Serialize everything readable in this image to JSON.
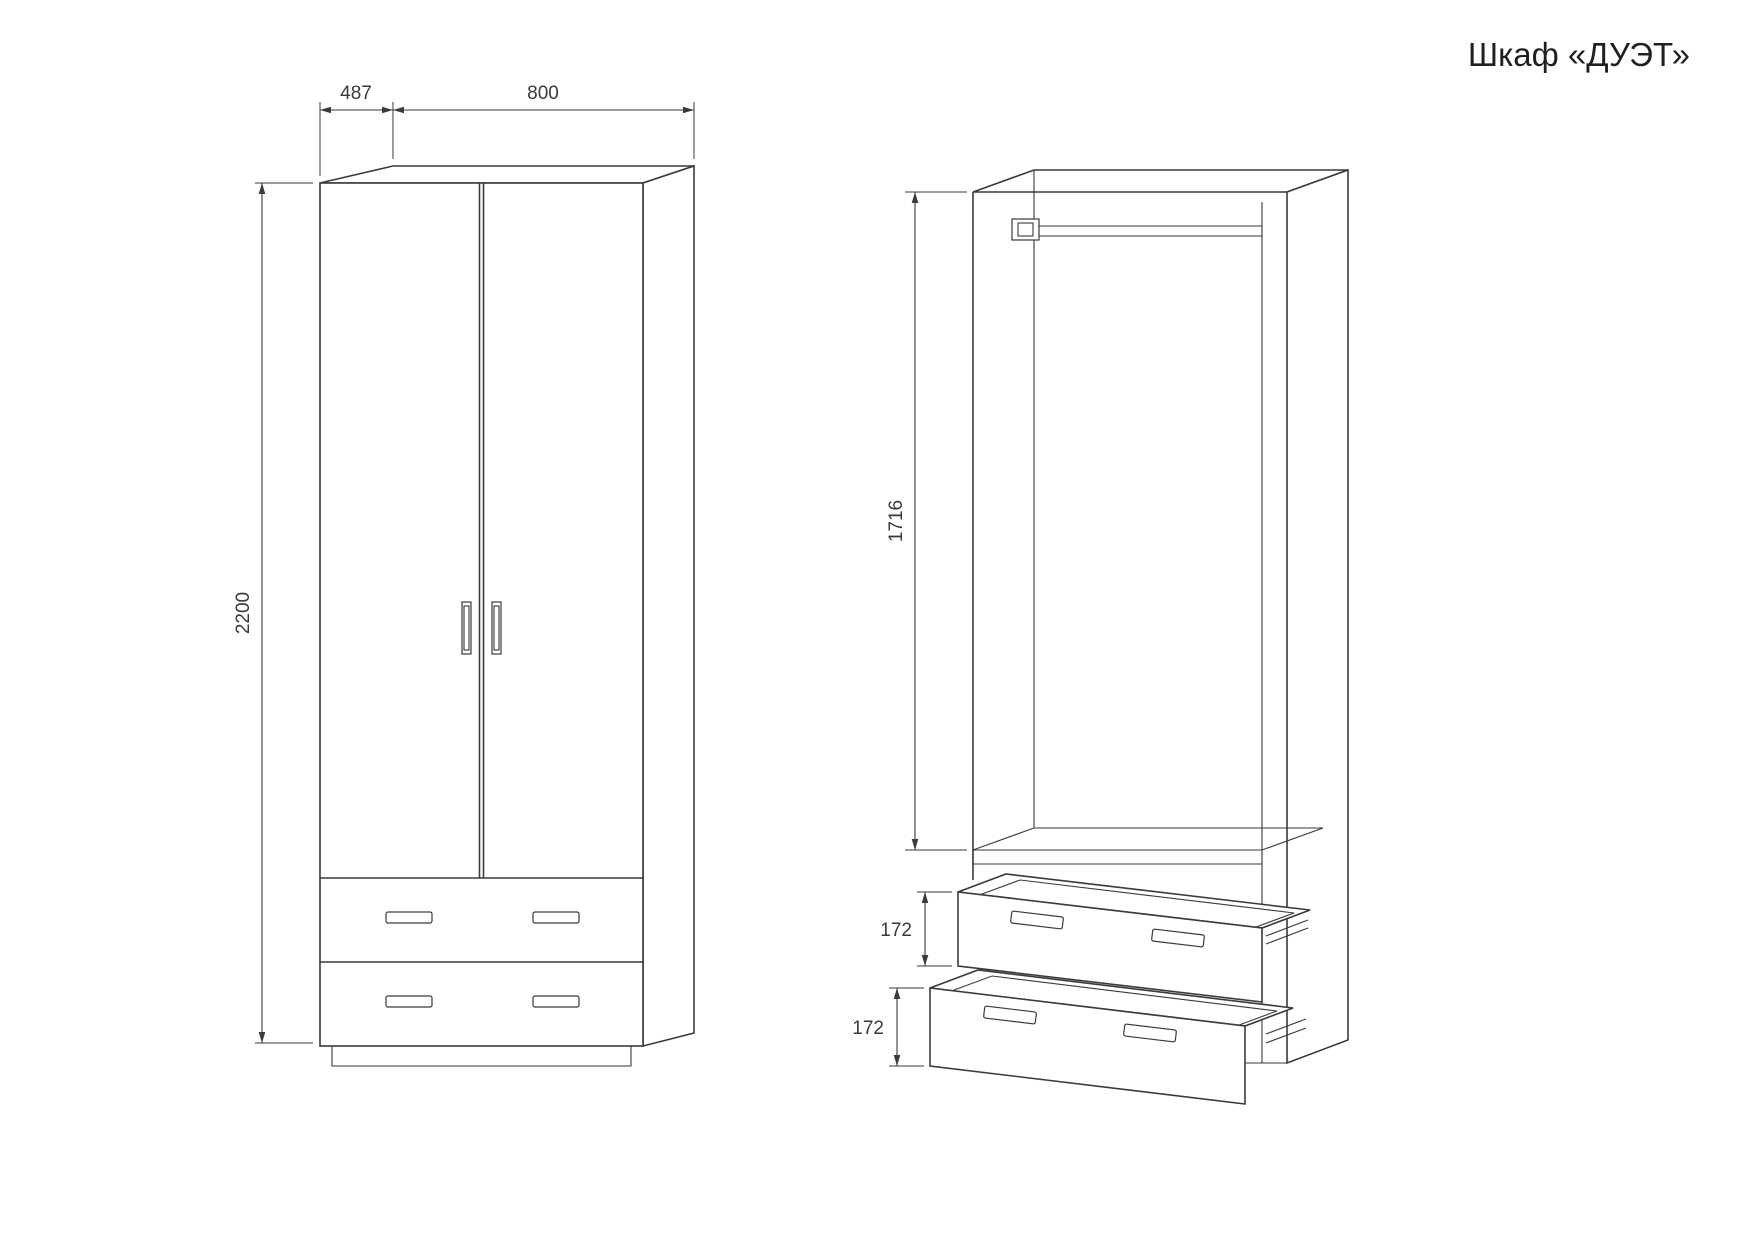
{
  "title": "Шкаф «ДУЭТ»",
  "front_view": {
    "dims": {
      "depth": "487",
      "width": "800",
      "height": "2200"
    }
  },
  "interior_view": {
    "dims": {
      "hanging_height": "1716",
      "top_drawer_height": "172",
      "bottom_drawer_height": "172"
    }
  },
  "colors": {
    "line": "#3a3a3a",
    "background": "#ffffff"
  }
}
